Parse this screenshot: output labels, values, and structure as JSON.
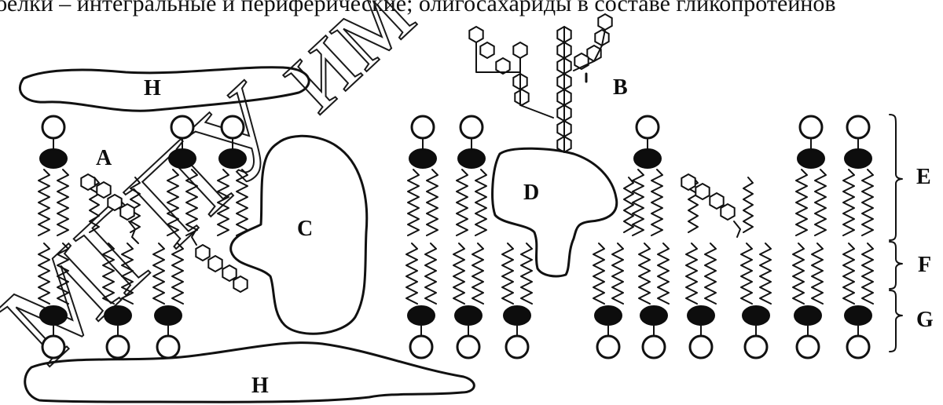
{
  "caption_fragment": "белки – интегральные и периферические; олигосахариды в составе гликопротеинов",
  "watermark": "МГПУ им",
  "labels": {
    "A": "A",
    "B": "B",
    "C": "C",
    "D": "D",
    "E": "E",
    "F": "F",
    "G": "G",
    "H_top": "H",
    "H_bottom": "H"
  },
  "colors": {
    "ink": "#111111",
    "paper": "#ffffff"
  }
}
